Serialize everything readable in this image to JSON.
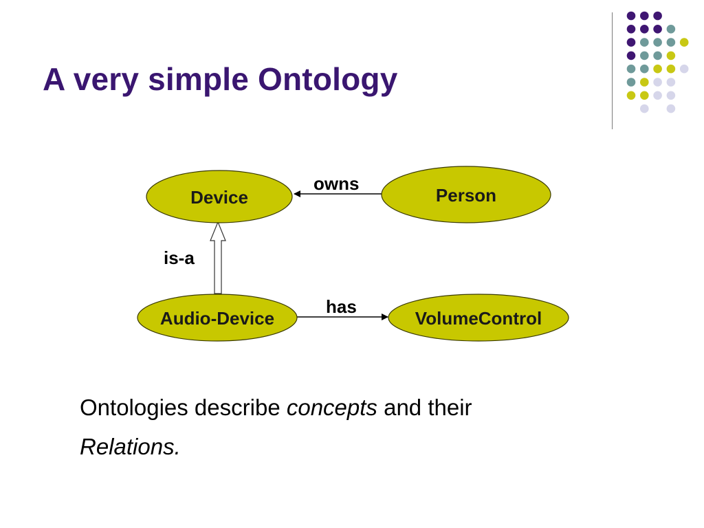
{
  "title": "A very simple Ontology",
  "colors": {
    "title": "#3a1670",
    "node_fill": "#c8c800",
    "node_stroke": "#3a3a00",
    "dot_purple": "#3f1672",
    "dot_teal": "#6f9a9a",
    "dot_yellow": "#c8c814",
    "dot_lavender": "#d6d6ea"
  },
  "diagram": {
    "nodes": {
      "device": "Device",
      "person": "Person",
      "audio_device": "Audio-Device",
      "volume_control": "VolumeControl"
    },
    "edges": {
      "owns": "owns",
      "is_a": "is-a",
      "has": "has"
    }
  },
  "caption": {
    "part1": "Ontologies describe ",
    "concepts": "concepts",
    "part2": " and their",
    "relations": "Relations."
  },
  "decoration": {
    "dot_grid": [
      [
        "purple",
        "purple",
        "purple",
        "",
        ""
      ],
      [
        "purple",
        "purple",
        "purple",
        "teal",
        ""
      ],
      [
        "purple",
        "teal",
        "teal",
        "teal",
        "yellow"
      ],
      [
        "purple",
        "teal",
        "teal",
        "yellow",
        ""
      ],
      [
        "teal",
        "teal",
        "yellow",
        "yellow",
        "lavender"
      ],
      [
        "teal",
        "yellow",
        "lavender",
        "lavender",
        ""
      ],
      [
        "yellow",
        "yellow",
        "lavender",
        "lavender",
        ""
      ],
      [
        "",
        "lavender",
        "",
        "lavender",
        ""
      ]
    ]
  }
}
